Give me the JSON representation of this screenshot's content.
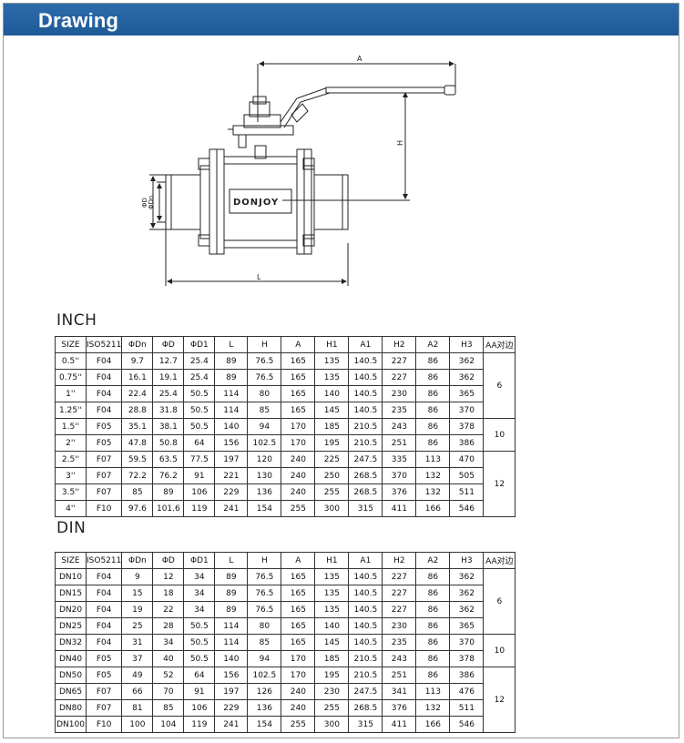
{
  "header": {
    "title": "Drawing"
  },
  "drawing": {
    "dim_A": "A",
    "dim_H": "H",
    "dim_L": "L",
    "dim_D": "ΦD",
    "dim_Dn": "ΦDn",
    "brand": "DONJOY"
  },
  "inch": {
    "label": "INCH",
    "columns": [
      "SIZE",
      "ISO5211",
      "ΦDn",
      "ΦD",
      "ΦD1",
      "L",
      "H",
      "A",
      "H1",
      "A1",
      "H2",
      "A2",
      "H3",
      "AA对边"
    ],
    "rows": [
      [
        "0.5''",
        "F04",
        "9.7",
        "12.7",
        "25.4",
        "89",
        "76.5",
        "165",
        "135",
        "140.5",
        "227",
        "86",
        "362"
      ],
      [
        "0.75''",
        "F04",
        "16.1",
        "19.1",
        "25.4",
        "89",
        "76.5",
        "165",
        "135",
        "140.5",
        "227",
        "86",
        "362"
      ],
      [
        "1''",
        "F04",
        "22.4",
        "25.4",
        "50.5",
        "114",
        "80",
        "165",
        "140",
        "140.5",
        "230",
        "86",
        "365"
      ],
      [
        "1.25''",
        "F04",
        "28.8",
        "31.8",
        "50.5",
        "114",
        "85",
        "165",
        "145",
        "140.5",
        "235",
        "86",
        "370"
      ],
      [
        "1.5''",
        "F05",
        "35.1",
        "38.1",
        "50.5",
        "140",
        "94",
        "170",
        "185",
        "210.5",
        "243",
        "86",
        "378"
      ],
      [
        "2''",
        "F05",
        "47.8",
        "50.8",
        "64",
        "156",
        "102.5",
        "170",
        "195",
        "210.5",
        "251",
        "86",
        "386"
      ],
      [
        "2.5''",
        "F07",
        "59.5",
        "63.5",
        "77.5",
        "197",
        "120",
        "240",
        "225",
        "247.5",
        "335",
        "113",
        "470"
      ],
      [
        "3''",
        "F07",
        "72.2",
        "76.2",
        "91",
        "221",
        "130",
        "240",
        "250",
        "268.5",
        "370",
        "132",
        "505"
      ],
      [
        "3.5''",
        "F07",
        "85",
        "89",
        "106",
        "229",
        "136",
        "240",
        "255",
        "268.5",
        "376",
        "132",
        "511"
      ],
      [
        "4''",
        "F10",
        "97.6",
        "101.6",
        "119",
        "241",
        "154",
        "255",
        "300",
        "315",
        "411",
        "166",
        "546"
      ]
    ],
    "aa": [
      "6",
      "10",
      "12"
    ]
  },
  "din": {
    "label": "DIN",
    "columns": [
      "SIZE",
      "ISO5211",
      "ΦDn",
      "ΦD",
      "ΦD1",
      "L",
      "H",
      "A",
      "H1",
      "A1",
      "H2",
      "A2",
      "H3",
      "AA对边"
    ],
    "rows": [
      [
        "DN10",
        "F04",
        "9",
        "12",
        "34",
        "89",
        "76.5",
        "165",
        "135",
        "140.5",
        "227",
        "86",
        "362"
      ],
      [
        "DN15",
        "F04",
        "15",
        "18",
        "34",
        "89",
        "76.5",
        "165",
        "135",
        "140.5",
        "227",
        "86",
        "362"
      ],
      [
        "DN20",
        "F04",
        "19",
        "22",
        "34",
        "89",
        "76.5",
        "165",
        "135",
        "140.5",
        "227",
        "86",
        "362"
      ],
      [
        "DN25",
        "F04",
        "25",
        "28",
        "50.5",
        "114",
        "80",
        "165",
        "140",
        "140.5",
        "230",
        "86",
        "365"
      ],
      [
        "DN32",
        "F04",
        "31",
        "34",
        "50.5",
        "114",
        "85",
        "165",
        "145",
        "140.5",
        "235",
        "86",
        "370"
      ],
      [
        "DN40",
        "F05",
        "37",
        "40",
        "50.5",
        "140",
        "94",
        "170",
        "185",
        "210.5",
        "243",
        "86",
        "378"
      ],
      [
        "DN50",
        "F05",
        "49",
        "52",
        "64",
        "156",
        "102.5",
        "170",
        "195",
        "210.5",
        "251",
        "86",
        "386"
      ],
      [
        "DN65",
        "F07",
        "66",
        "70",
        "91",
        "197",
        "126",
        "240",
        "230",
        "247.5",
        "341",
        "113",
        "476"
      ],
      [
        "DN80",
        "F07",
        "81",
        "85",
        "106",
        "229",
        "136",
        "240",
        "255",
        "268.5",
        "376",
        "132",
        "511"
      ],
      [
        "DN100",
        "F10",
        "100",
        "104",
        "119",
        "241",
        "154",
        "255",
        "300",
        "315",
        "411",
        "166",
        "546"
      ]
    ],
    "aa": [
      "6",
      "10",
      "12"
    ]
  }
}
